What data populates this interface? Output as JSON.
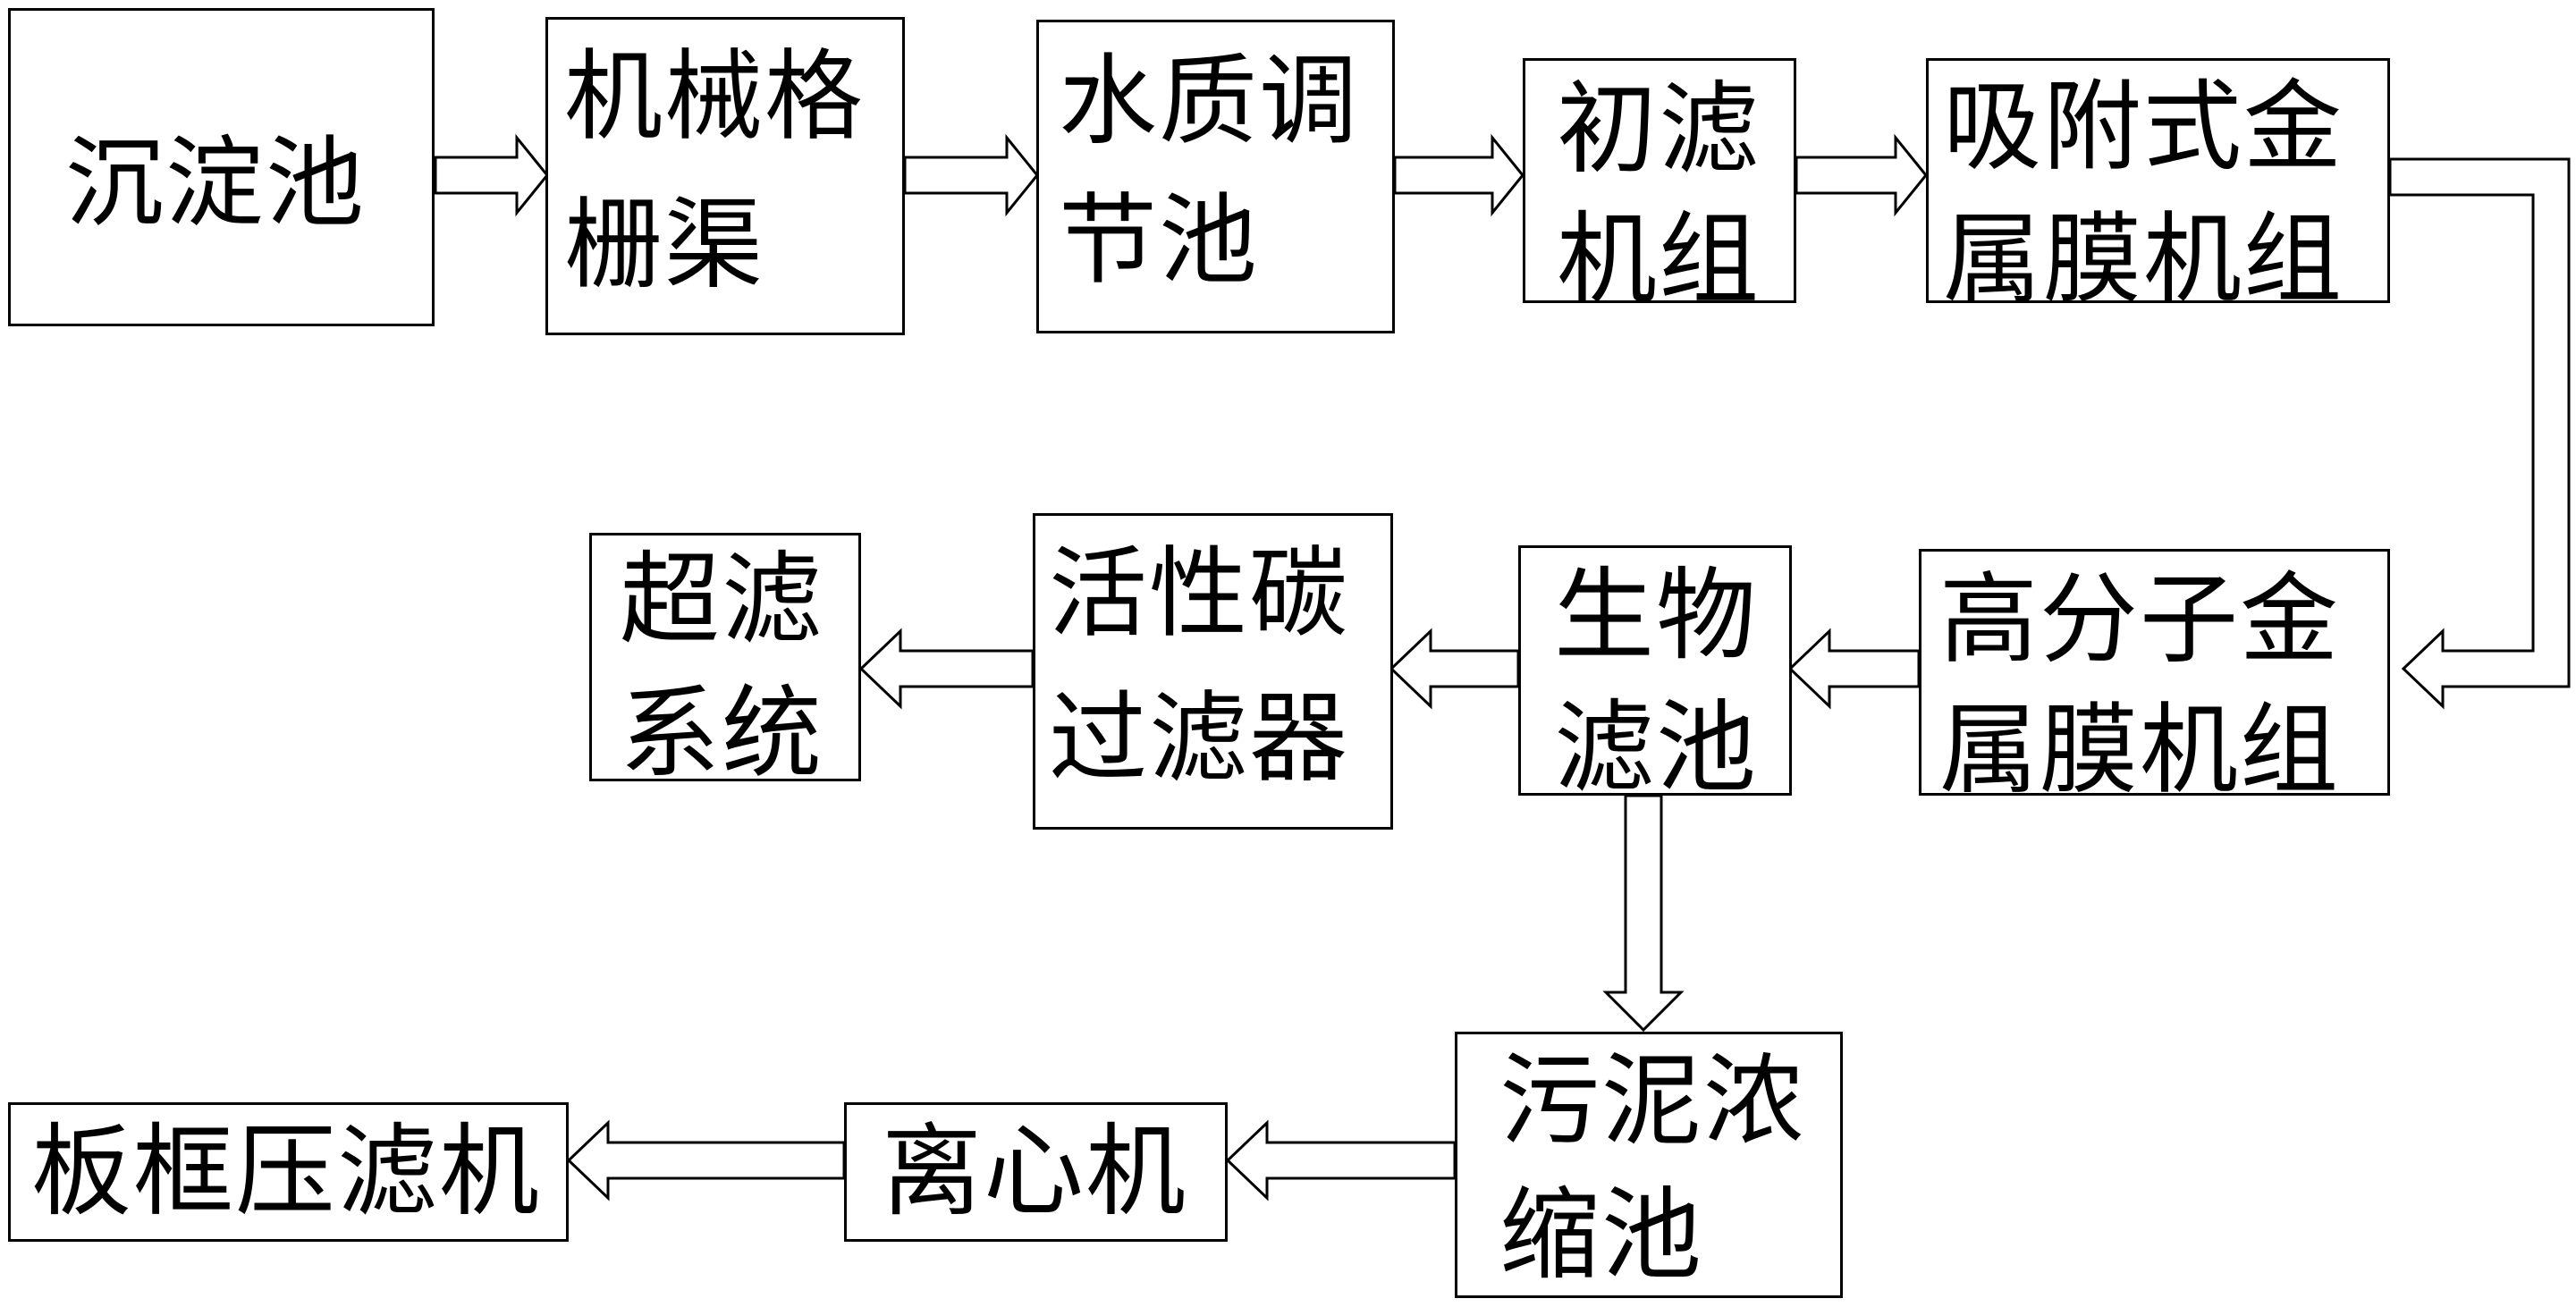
{
  "diagram": {
    "nodes": {
      "sedimentation_tank": {
        "lines": [
          "沉淀池"
        ]
      },
      "mechanical_grille": {
        "lines": [
          "机械格",
          "栅渠"
        ]
      },
      "water_regulating_tank": {
        "lines": [
          "水质调",
          "节池"
        ]
      },
      "primary_filter_unit": {
        "lines": [
          "初滤",
          "机组"
        ]
      },
      "adsorption_membrane_unit": {
        "lines": [
          "吸附式金",
          "属膜机组"
        ]
      },
      "polymer_membrane_unit": {
        "lines": [
          "高分子金",
          "属膜机组"
        ]
      },
      "biological_filter": {
        "lines": [
          "生物",
          "滤池"
        ]
      },
      "activated_carbon_filter": {
        "lines": [
          "活性碳",
          "过滤器"
        ]
      },
      "ultrafiltration_system": {
        "lines": [
          "超滤",
          "系统"
        ]
      },
      "sludge_thickener": {
        "lines": [
          "污泥浓",
          "缩池"
        ]
      },
      "centrifuge": {
        "lines": [
          "离心机"
        ]
      },
      "plate_frame_press": {
        "lines": [
          "板框压滤机"
        ]
      }
    },
    "edges": [
      [
        "sedimentation_tank",
        "mechanical_grille"
      ],
      [
        "mechanical_grille",
        "water_regulating_tank"
      ],
      [
        "water_regulating_tank",
        "primary_filter_unit"
      ],
      [
        "primary_filter_unit",
        "adsorption_membrane_unit"
      ],
      [
        "adsorption_membrane_unit",
        "polymer_membrane_unit"
      ],
      [
        "polymer_membrane_unit",
        "biological_filter"
      ],
      [
        "biological_filter",
        "activated_carbon_filter"
      ],
      [
        "activated_carbon_filter",
        "ultrafiltration_system"
      ],
      [
        "biological_filter",
        "sludge_thickener"
      ],
      [
        "sludge_thickener",
        "centrifuge"
      ],
      [
        "centrifuge",
        "plate_frame_press"
      ]
    ]
  }
}
